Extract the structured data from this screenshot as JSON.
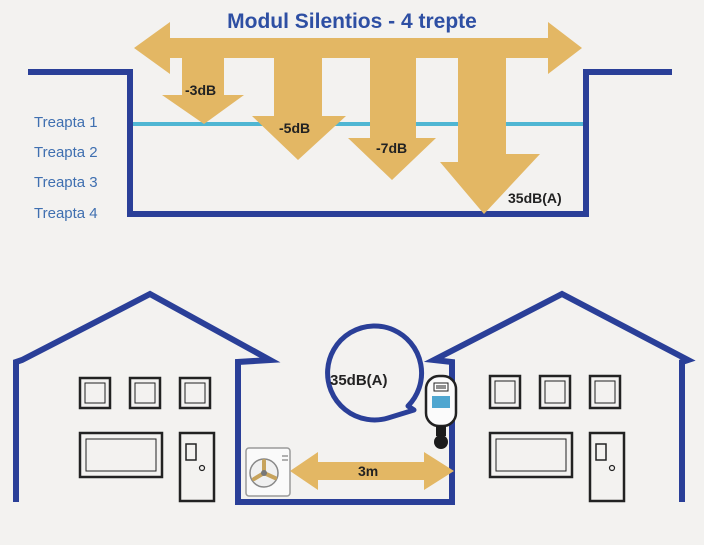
{
  "title": "Modul Silentios - 4 trepte",
  "steps": [
    "Treapta 1",
    "Treapta 2",
    "Treapta 3",
    "Treapta 4"
  ],
  "reductions": [
    "-3dB",
    "-5dB",
    "-7dB",
    "35dB(A)"
  ],
  "scene": {
    "bubble_label": "35dB(A)",
    "distance_label": "3m"
  },
  "colors": {
    "navy": "#2a3f98",
    "gold": "#e3b764",
    "cyan": "#4fb6d3",
    "background": "#f3f2f0"
  }
}
